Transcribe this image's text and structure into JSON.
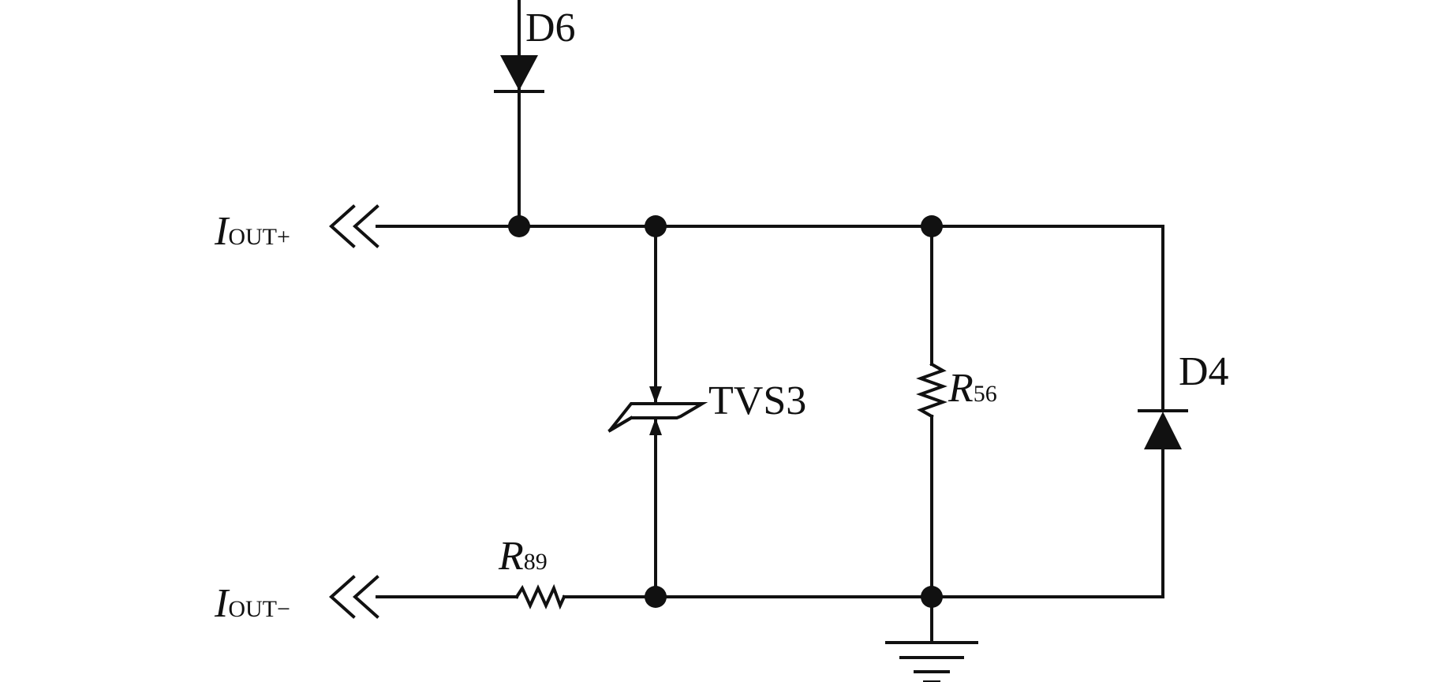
{
  "diagram": {
    "components": {
      "d6": "D6",
      "d4": "D4",
      "tvs3": "TVS3",
      "r56": {
        "symbol": "R",
        "subscript": "56"
      },
      "r89": {
        "symbol": "R",
        "subscript": "89"
      }
    },
    "ports": {
      "iout_plus": {
        "symbol": "I",
        "subscript": "OUT+"
      },
      "iout_minus": {
        "symbol": "I",
        "subscript": "OUT−"
      }
    },
    "colors": {
      "ink": "#111111",
      "background": "#ffffff"
    },
    "icons": [
      "diode-icon",
      "tvs-diode-icon",
      "resistor-icon",
      "ground-icon",
      "port-arrow-icon"
    ]
  }
}
